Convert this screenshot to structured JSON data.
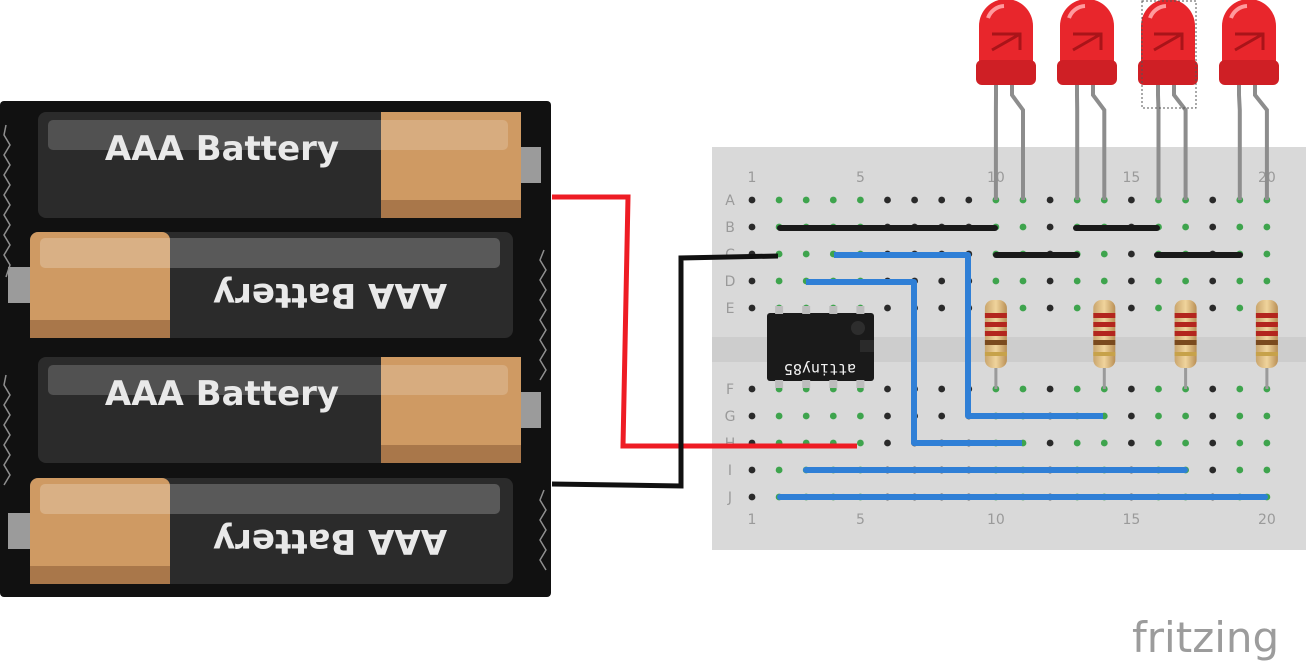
{
  "battery_pack": {
    "cells": [
      {
        "label": "AAA Battery",
        "flipped": false
      },
      {
        "label": "AAA Battery",
        "flipped": true
      },
      {
        "label": "AAA Battery",
        "flipped": false
      },
      {
        "label": "AAA Battery",
        "flipped": true
      }
    ]
  },
  "breadboard": {
    "row_labels": [
      "A",
      "B",
      "C",
      "D",
      "E",
      "F",
      "G",
      "H",
      "I",
      "J"
    ],
    "column_numbers_top": [
      "1",
      "5",
      "10",
      "15",
      "20"
    ],
    "column_numbers_bottom": [
      "1",
      "5",
      "10",
      "15",
      "20"
    ]
  },
  "chip": {
    "label": "attiny85"
  },
  "leds": {
    "count": 4,
    "color": "#e8262c"
  },
  "resistors": {
    "count": 4
  },
  "wire_colors": {
    "red": "#ee1c24",
    "black": "#111111",
    "blue": "#2f7fd6"
  },
  "brand": {
    "text": "fritzing"
  }
}
